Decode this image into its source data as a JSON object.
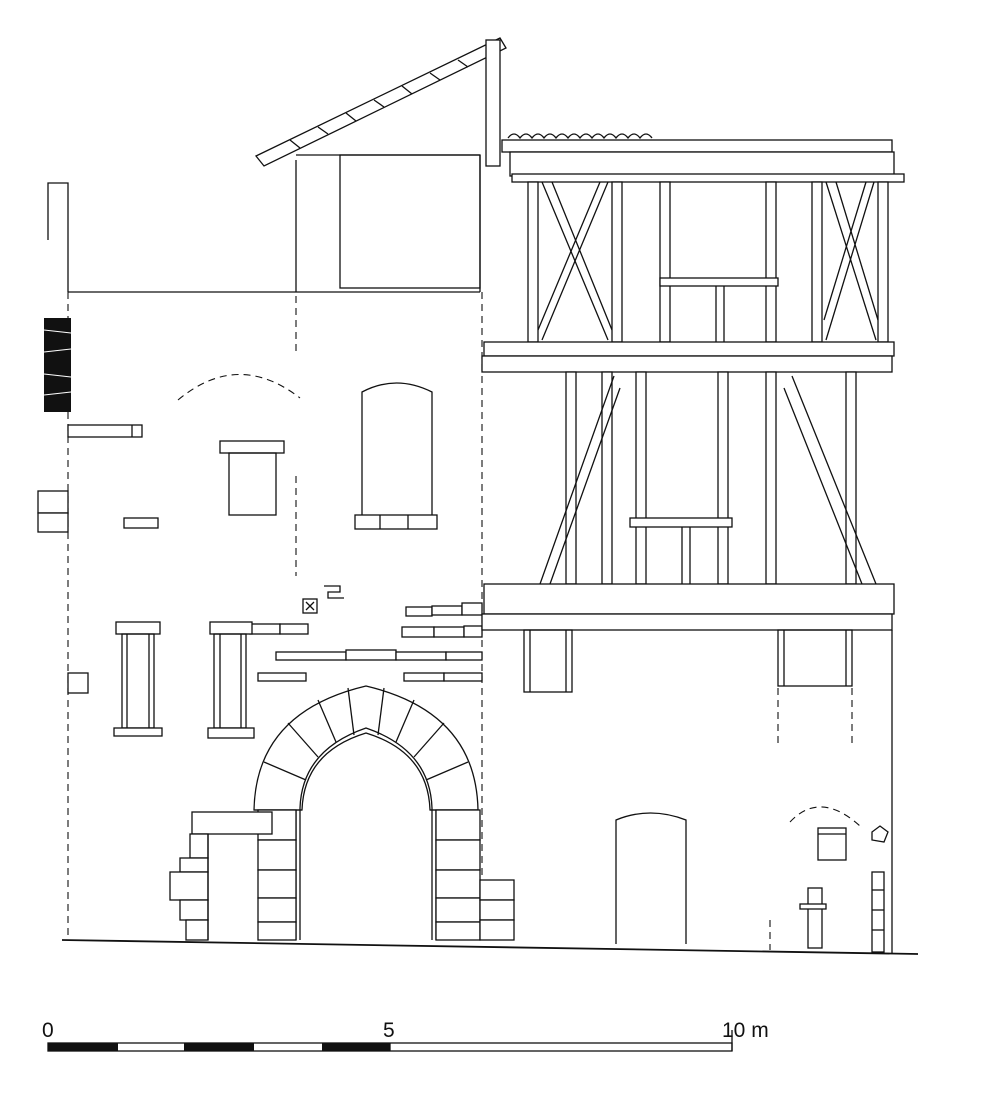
{
  "scale": {
    "ticks": [
      {
        "value": "0"
      },
      {
        "value": "5"
      },
      {
        "value": "10 m"
      }
    ]
  },
  "colors": {
    "ink": "#111111",
    "paper": "#ffffff"
  }
}
